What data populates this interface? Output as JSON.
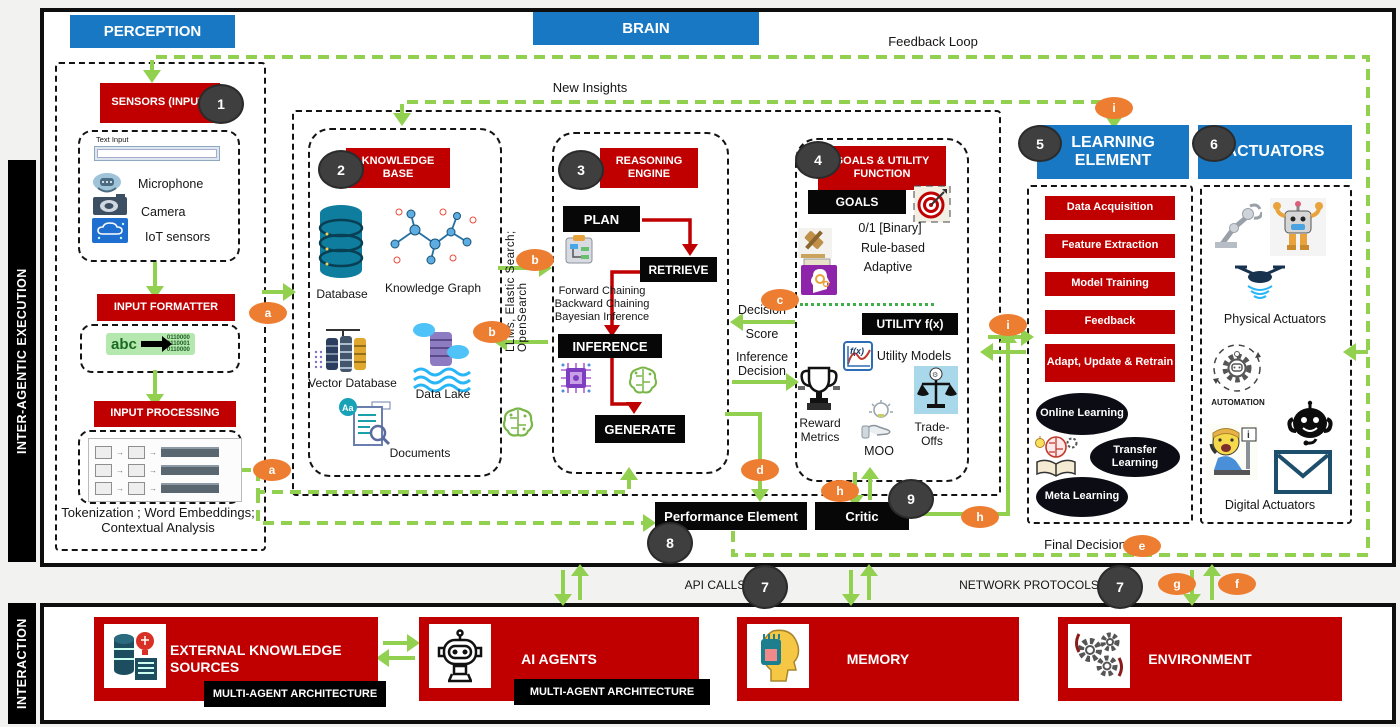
{
  "colors": {
    "blue": "#1878C4",
    "red": "#C00000",
    "green": "#92D050",
    "orange": "#ED7D31",
    "badge_gray": "#3F3F3F"
  },
  "side": {
    "execution": "INTER-AGENTIC EXECUTION",
    "interaction": "INTERACTION"
  },
  "headers": {
    "perception": "PERCEPTION",
    "brain": "BRAIN",
    "learning": "LEARNING ELEMENT",
    "actuators": "ACTUATORS"
  },
  "flow": {
    "feedback_loop": "Feedback Loop",
    "new_insights": "New Insights",
    "decision_score_1": "Decision",
    "decision_score_2": "Score",
    "inference_decision_1": "Inference",
    "inference_decision_2": "Decision",
    "final_decision": "Final Decision",
    "api_calls": "API CALLS",
    "network_protocols": "NETWORK PROTOCOLS",
    "llm_search": "LLMs, Elastic Search; OpenSearch"
  },
  "badges": {
    "b1": "1",
    "b2": "2",
    "b3": "3",
    "b4": "4",
    "b5": "5",
    "b6": "6",
    "b7": "7",
    "b7b": "7",
    "b8": "8",
    "b9": "9"
  },
  "connectors": {
    "a": "a",
    "a2": "a",
    "b": "b",
    "b2": "b",
    "c": "c",
    "d": "d",
    "e": "e",
    "f": "f",
    "g": "g",
    "h": "h",
    "h2": "h",
    "i": "i",
    "i2": "i"
  },
  "perception": {
    "sensors_title": "SENSORS (INPUT)",
    "text_input_label": "Text Input",
    "sensor_items": [
      "Microphone",
      "Camera",
      "IoT sensors"
    ],
    "formatter_title": "INPUT FORMATTER",
    "formatter_abc": "abc",
    "formatter_binary": [
      "0110000",
      "0110001",
      "0110000"
    ],
    "processing_title": "INPUT PROCESSING",
    "caption": "Tokenization ; Word Embeddings; Contextual Analysis"
  },
  "knowledge_base": {
    "title": "KNOWLEDGE BASE",
    "items": [
      "Database",
      "Knowledge Graph",
      "Vector Database",
      "Data Lake",
      "Documents"
    ]
  },
  "reasoning": {
    "title": "REASONING ENGINE",
    "plan": "PLAN",
    "retrieve": "RETRIEVE",
    "inference": "INFERENCE",
    "generate": "GENERATE",
    "methods": [
      "Forward Chaining",
      "Backward Chaining",
      "Bayesian Inference"
    ]
  },
  "goals": {
    "title": "GOALS & UTILITY FUNCTION",
    "goals_label": "GOALS",
    "binary": "0/1 [Binary]",
    "rule_based": "Rule-based",
    "adaptive": "Adaptive",
    "utility_label": "UTILITY f(x)",
    "utility_models": "Utility Models",
    "reward_metrics": "Reward Metrics",
    "moo": "MOO",
    "trade_offs": "Trade- Offs"
  },
  "learning": {
    "boxes": [
      "Data Acquisition",
      "Feature Extraction",
      "Model Training",
      "Feedback",
      "Adapt, Update & Retrain"
    ],
    "modes": [
      "Online Learning",
      "Transfer Learning",
      "Meta Learning"
    ]
  },
  "actuators": {
    "physical": "Physical Actuators",
    "automation": "AUTOMATION",
    "digital": "Digital Actuators"
  },
  "evaluation": {
    "performance": "Performance Element",
    "critic": "Critic"
  },
  "interaction": {
    "external": {
      "label": "EXTERNAL KNOWLEDGE SOURCES",
      "tag": "MULTI-AGENT ARCHITECTURE"
    },
    "ai_agents": {
      "label": "AI AGENTS",
      "tag": "MULTI-AGENT ARCHITECTURE"
    },
    "memory": {
      "label": "MEMORY"
    },
    "environment": {
      "label": "ENVIRONMENT"
    }
  }
}
